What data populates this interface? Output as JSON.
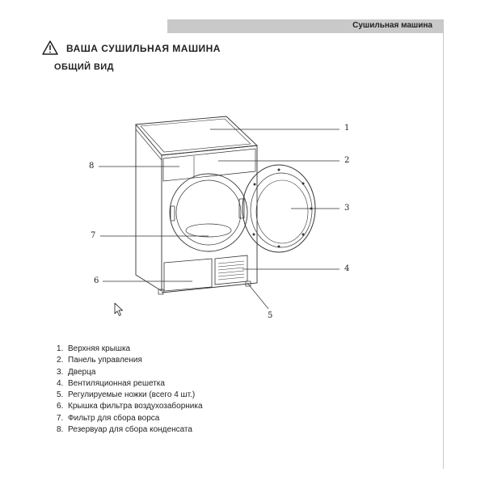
{
  "header": {
    "title": "Сушильная машина"
  },
  "section": {
    "icon": "warning-triangle-icon",
    "title": "ВАША СУШИЛЬНАЯ МАШИНА",
    "subtitle": "ОБЩИЙ ВИД"
  },
  "diagram": {
    "callouts": [
      "1",
      "2",
      "3",
      "4",
      "5",
      "6",
      "7",
      "8"
    ]
  },
  "parts": [
    {
      "num": "1.",
      "label": "Верхняя крышка"
    },
    {
      "num": "2.",
      "label": "Панель управления"
    },
    {
      "num": "3.",
      "label": "Дверца"
    },
    {
      "num": "4.",
      "label": "Вентиляционная решетка"
    },
    {
      "num": "5.",
      "label": "Регулируемые ножки (всего 4 шт.)"
    },
    {
      "num": "6.",
      "label": "Крышка фильтра воздухозаборника"
    },
    {
      "num": "7.",
      "label": "Фильтр для сбора ворса"
    },
    {
      "num": "8.",
      "label": "Резервуар для сбора конденсата"
    }
  ],
  "cursor": {
    "icon": "mouse-pointer-icon"
  }
}
